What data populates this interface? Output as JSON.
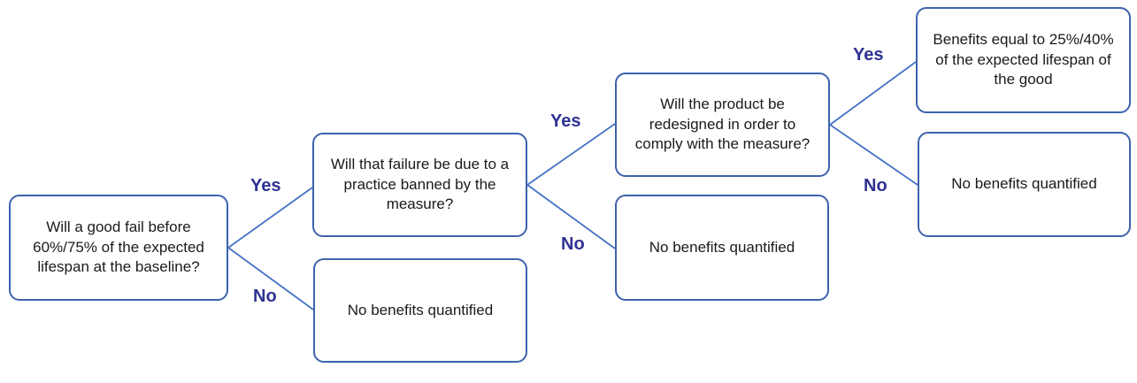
{
  "diagram": {
    "type": "decision-tree",
    "nodes": {
      "q1": {
        "text": "Will a good fail before 60%/75% of the expected lifespan at the baseline?"
      },
      "q2": {
        "text": "Will that failure be due to a practice banned by the measure?"
      },
      "nb1": {
        "text": "No benefits quantified"
      },
      "q3": {
        "text": "Will the product be redesigned in order to comply with the measure?"
      },
      "nb2": {
        "text": "No benefits quantified"
      },
      "benefits": {
        "text": "Benefits equal to 25%/40% of the expected lifespan of the good"
      },
      "nb3": {
        "text": "No benefits quantified"
      }
    },
    "edge_labels": {
      "yes1": "Yes",
      "no1": "No",
      "yes2": "Yes",
      "no2": "No",
      "yes3": "Yes",
      "no3": "No"
    },
    "colors": {
      "box_border": "#3d62ad",
      "connector": "#4472c4",
      "label_color": "#2e3192",
      "text_color": "#1a1a1a"
    }
  }
}
